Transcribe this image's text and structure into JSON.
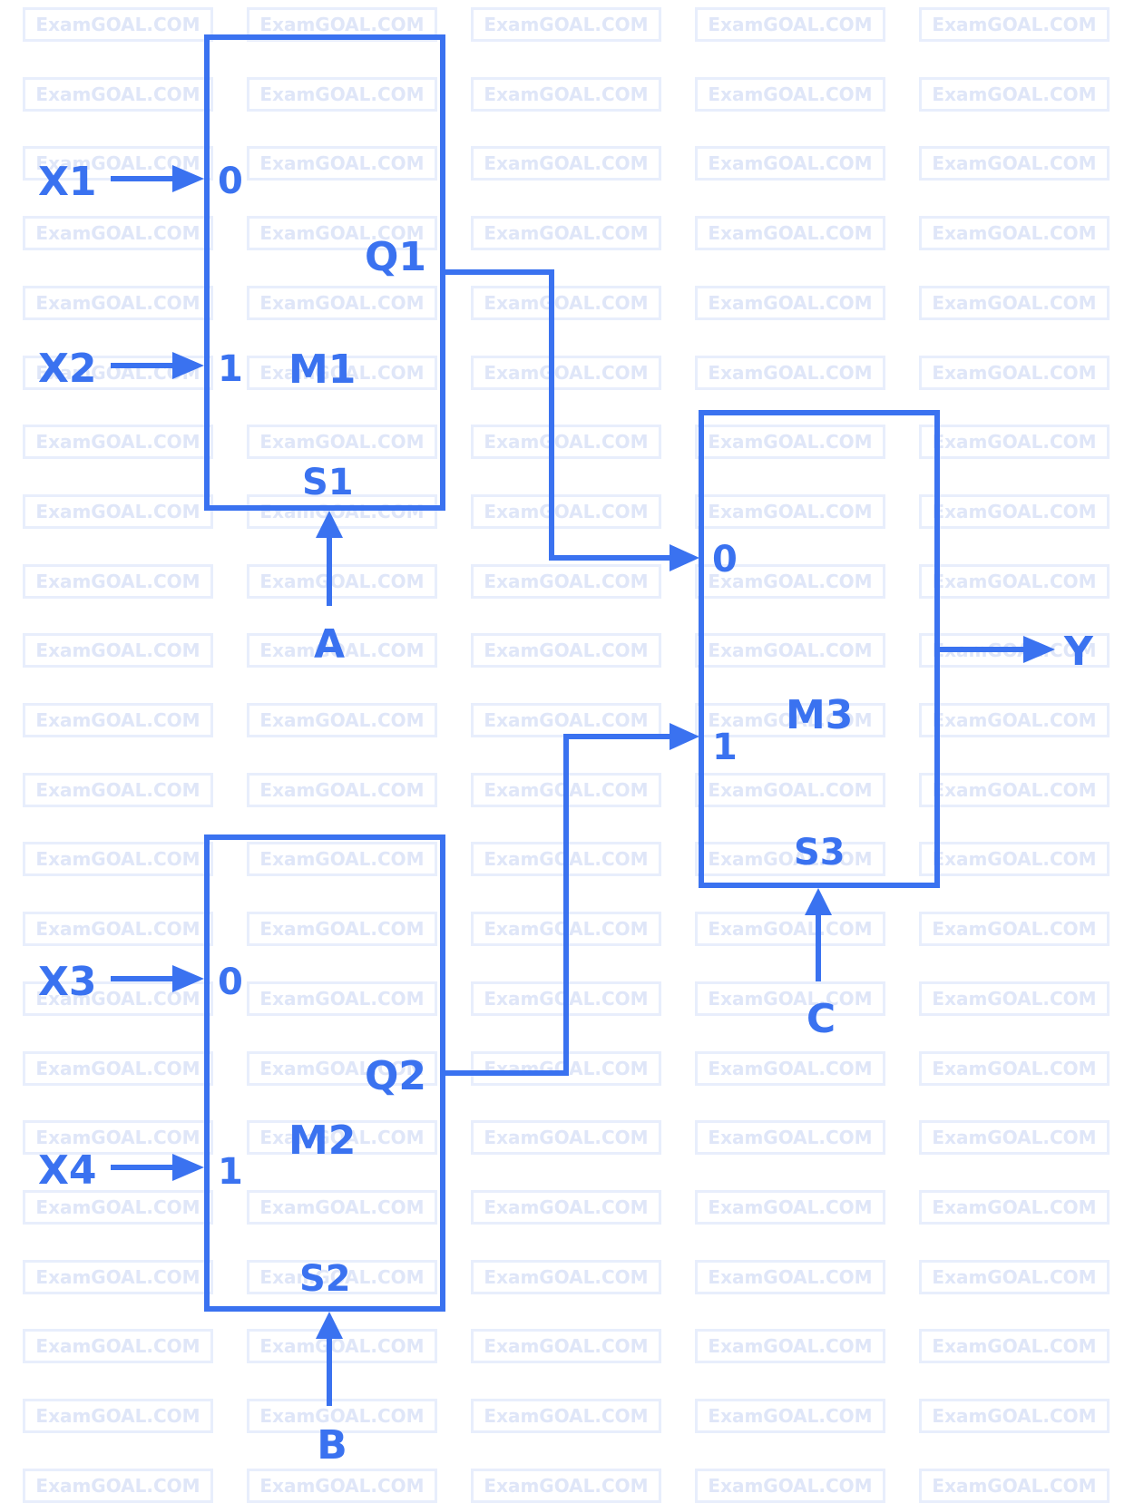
{
  "watermark": {
    "text": "ExamGOAL.COM"
  },
  "diagram": {
    "stroke_color": "#3a72f0",
    "inputs": {
      "x1": "X1",
      "x2": "X2",
      "x3": "X3",
      "x4": "X4"
    },
    "selects": {
      "a": "A",
      "b": "B",
      "c": "C"
    },
    "output": "Y",
    "mux1": {
      "name": "M1",
      "in0": "0",
      "in1": "1",
      "out": "Q1",
      "sel": "S1"
    },
    "mux2": {
      "name": "M2",
      "in0": "0",
      "in1": "1",
      "out": "Q2",
      "sel": "S2"
    },
    "mux3": {
      "name": "M3",
      "in0": "0",
      "in1": "1",
      "sel": "S3"
    }
  }
}
